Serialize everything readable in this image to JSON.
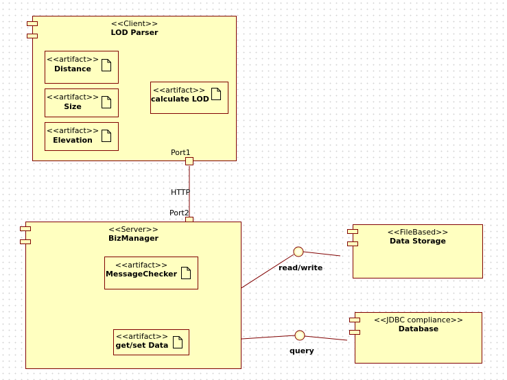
{
  "components": {
    "lod_parser": {
      "stereotype": "<<Client>>",
      "name": "LOD Parser"
    },
    "bizmanager": {
      "stereotype": "<<Server>>",
      "name": "BizManager"
    },
    "data_storage": {
      "stereotype": "<<FileBased>>",
      "name": "Data Storage"
    },
    "database": {
      "stereotype": "<<JDBC compliance>>",
      "name": "Database"
    }
  },
  "artifacts": {
    "distance": {
      "stereotype": "<<artifact>>",
      "name": "Distance"
    },
    "size": {
      "stereotype": "<<artifact>>",
      "name": "Size"
    },
    "elevation": {
      "stereotype": "<<artifact>>",
      "name": "Elevation"
    },
    "calculate_lod": {
      "stereotype": "<<artifact>>",
      "name": "calculate LOD"
    },
    "message_checker": {
      "stereotype": "<<artifact>>",
      "name": "MessageChecker"
    },
    "get_set_data": {
      "stereotype": "<<artifact>>",
      "name": "get/set Data"
    }
  },
  "ports": {
    "port1": "Port1",
    "port2": "Port2"
  },
  "connectors": {
    "http": "HTTP"
  },
  "interfaces": {
    "read_write": "read/write",
    "query": "query"
  },
  "colors": {
    "fill": "#ffffc0",
    "border": "#800000",
    "line": "#800000"
  }
}
